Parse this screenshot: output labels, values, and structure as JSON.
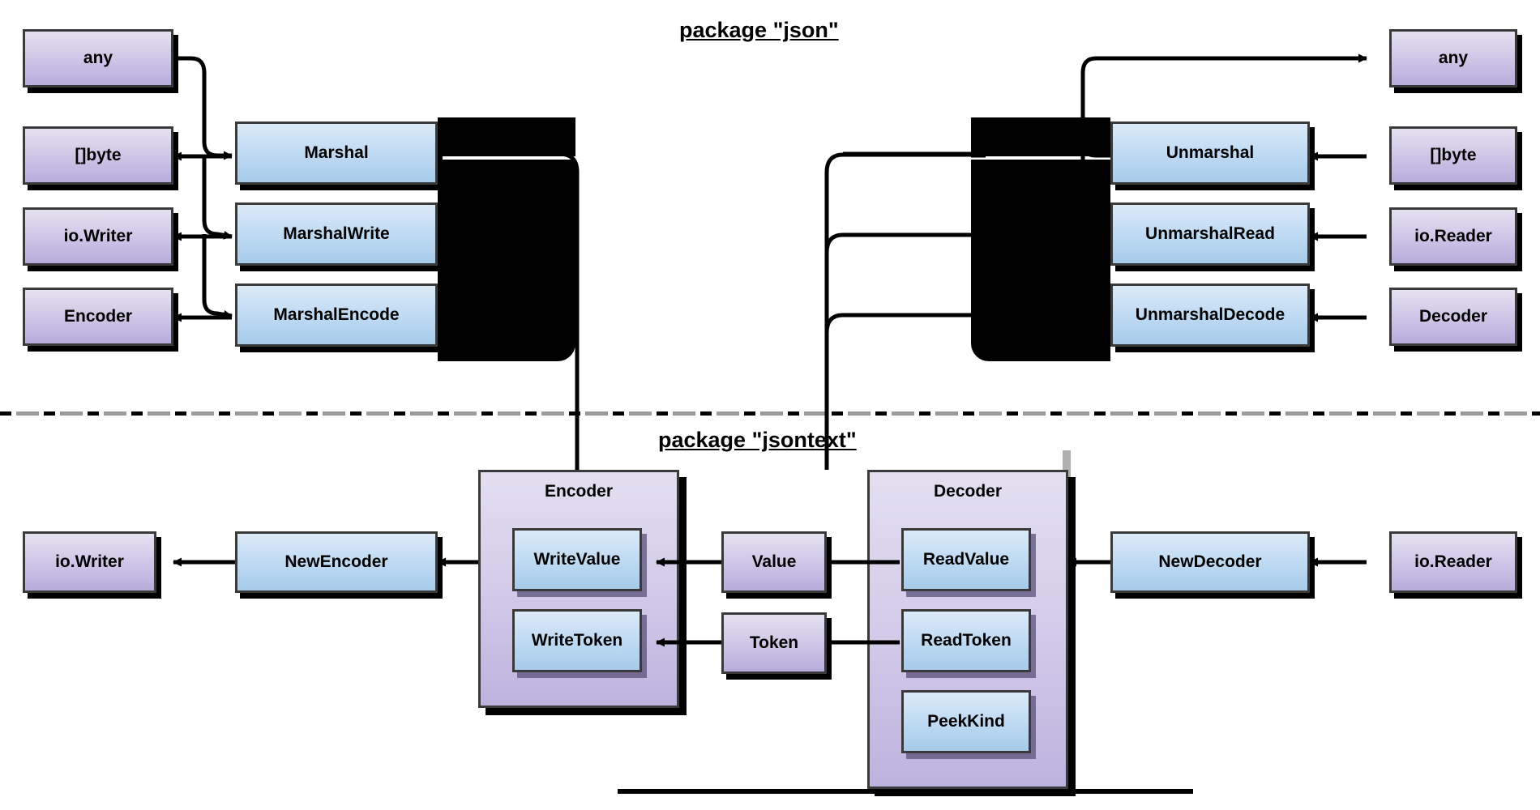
{
  "diagram": {
    "title_top": "package \"json\"",
    "title_bottom": "package \"jsontext\"",
    "colors": {
      "type_box": "#bdb2de",
      "func_box": "#a6cbea",
      "container": "#cdc4e6",
      "stroke": "#3a3a3a",
      "edge": "#000000",
      "divider_gray": "#9a9a9a"
    }
  },
  "json_package": {
    "caption": "package \"json\"",
    "left_types": [
      {
        "label": "any"
      },
      {
        "label": "[]byte"
      },
      {
        "label": "io.Writer"
      },
      {
        "label": "Encoder"
      }
    ],
    "left_funcs": [
      {
        "label": "Marshal"
      },
      {
        "label": "MarshalWrite"
      },
      {
        "label": "MarshalEncode"
      }
    ],
    "right_funcs": [
      {
        "label": "Unmarshal"
      },
      {
        "label": "UnmarshalRead"
      },
      {
        "label": "UnmarshalDecode"
      }
    ],
    "right_types": [
      {
        "label": "any"
      },
      {
        "label": "[]byte"
      },
      {
        "label": "io.Reader"
      },
      {
        "label": "Decoder"
      }
    ]
  },
  "jsontext_package": {
    "caption": "package \"jsontext\"",
    "encoder_group": {
      "title": "Encoder",
      "methods": [
        {
          "label": "WriteValue"
        },
        {
          "label": "WriteToken"
        }
      ]
    },
    "decoder_group": {
      "title": "Decoder",
      "methods": [
        {
          "label": "ReadValue"
        },
        {
          "label": "ReadToken"
        },
        {
          "label": "PeekKind"
        }
      ]
    },
    "left_sink": {
      "label": "io.Writer"
    },
    "left_ctor": {
      "label": "NewEncoder"
    },
    "middle_tokens": [
      {
        "label": "Value"
      },
      {
        "label": "Token"
      }
    ],
    "right_ctor": {
      "label": "NewDecoder"
    },
    "right_source": {
      "label": "io.Reader"
    }
  }
}
